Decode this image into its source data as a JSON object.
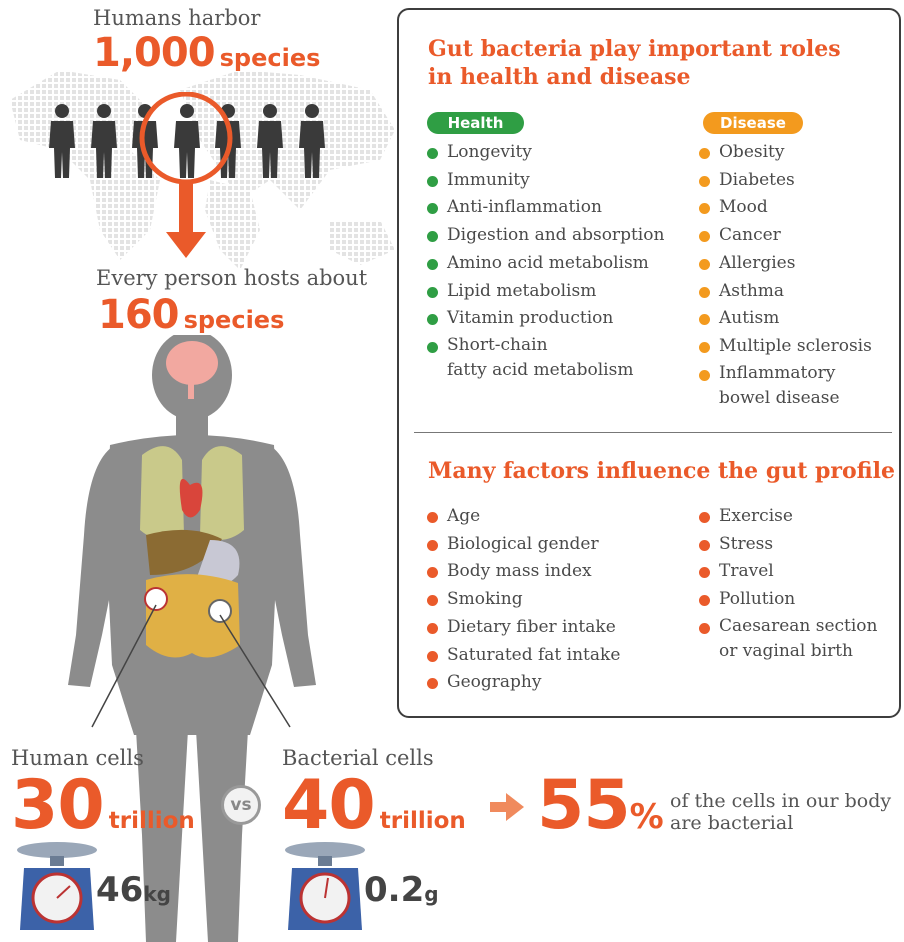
{
  "top": {
    "harbor_label": "Humans harbor",
    "harbor_number": "1,000",
    "harbor_unit": "species",
    "hosts_label": "Every person hosts about",
    "hosts_number": "160",
    "hosts_unit": "species"
  },
  "panel": {
    "title1": "Gut bacteria play important roles",
    "title2": "in health and disease",
    "health_label": "Health",
    "disease_label": "Disease",
    "health_items": [
      "Longevity",
      "Immunity",
      "Anti-inflammation",
      "Digestion and absorption",
      "Amino acid metabolism",
      "Lipid metabolism",
      "Vitamin production",
      "Short-chain",
      "fatty acid metabolism"
    ],
    "disease_items": [
      "Obesity",
      "Diabetes",
      "Mood",
      "Cancer",
      "Allergies",
      "Asthma",
      "Autism",
      "Multiple sclerosis",
      "Inflammatory",
      "bowel disease"
    ],
    "factors_title": "Many factors influence the gut profile",
    "factors_left": [
      "Age",
      "Biological gender",
      "Body mass index",
      "Smoking",
      "Dietary fiber intake",
      "Saturated fat intake",
      "Geography"
    ],
    "factors_right": [
      "Exercise",
      "Stress",
      "Travel",
      "Pollution",
      "Caesarean section",
      "or vaginal birth"
    ]
  },
  "bottom": {
    "human_label": "Human cells",
    "human_number": "30",
    "human_unit": "trillion",
    "vs": "vs",
    "bacterial_label": "Bacterial cells",
    "bacterial_number": "40",
    "bacterial_unit": "trillion",
    "percent_number": "55",
    "percent_sign": "%",
    "percent_text1": "of the cells in our body",
    "percent_text2": "are bacterial",
    "human_weight_number": "46",
    "human_weight_unit": "kg",
    "bacterial_weight_number": "0.2",
    "bacterial_weight_unit": "g"
  },
  "colors": {
    "orange": "#ea5a2a",
    "health_green": "#2f9e44",
    "disease_orange": "#f39a1e",
    "body_gray": "#8c8c8c"
  }
}
